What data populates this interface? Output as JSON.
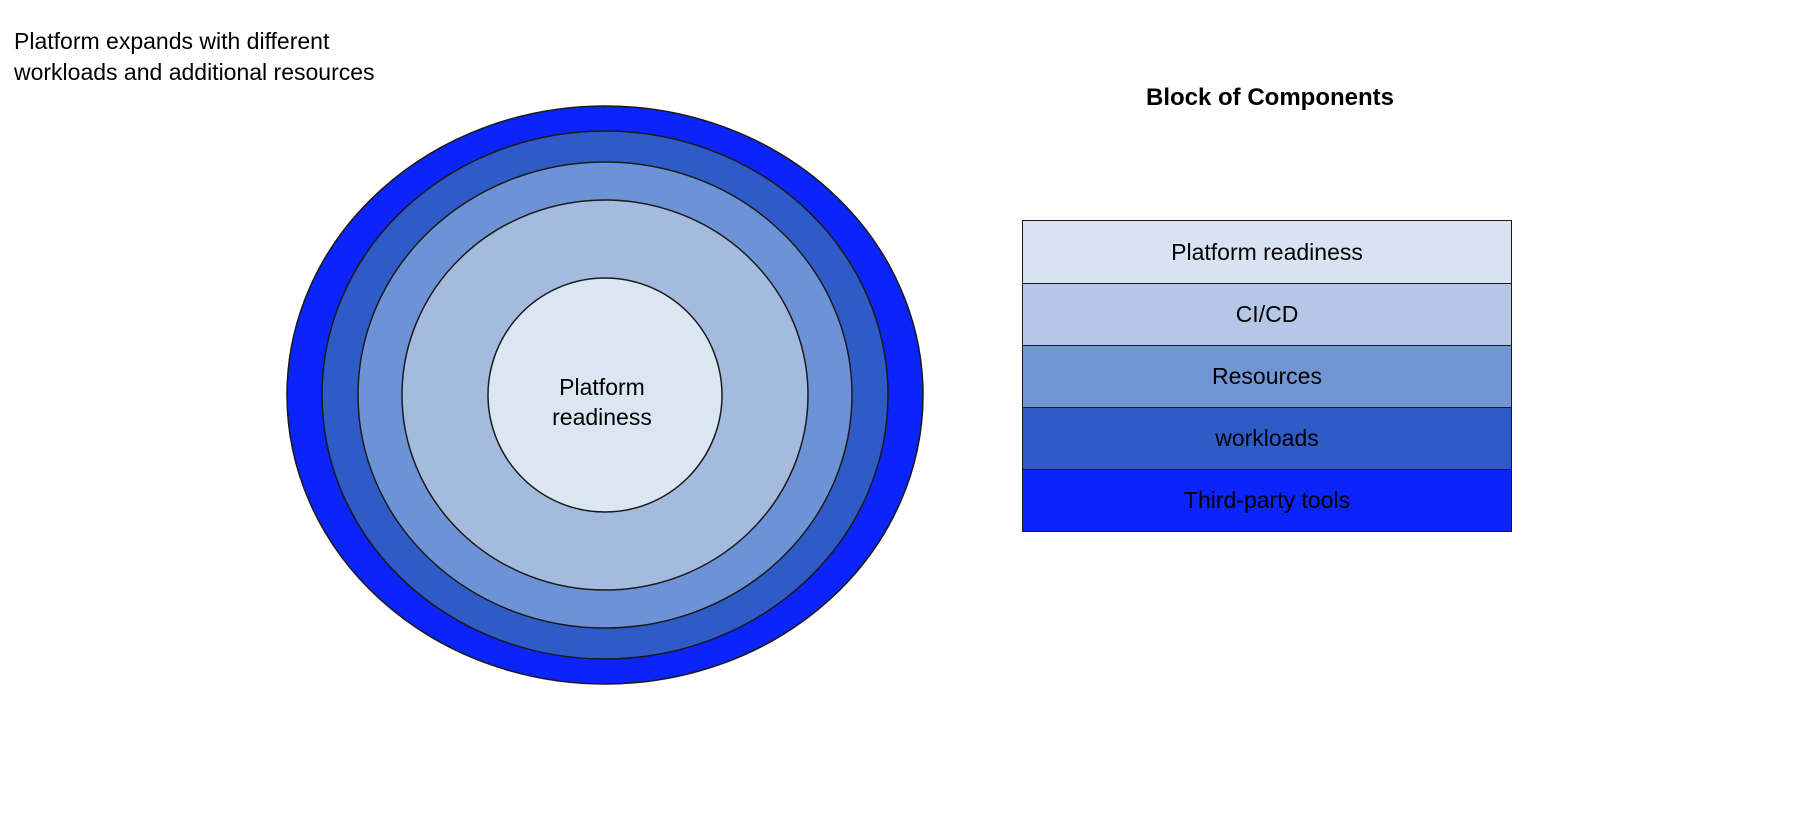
{
  "caption": {
    "text": "Platform expands with different\nworkloads and additional resources"
  },
  "onion": {
    "stroke_color": "#1a1a1a",
    "center_label": "Platform\nreadiness",
    "rings": [
      {
        "name": "third-party-tools",
        "fill": "#0b24fb"
      },
      {
        "name": "workloads",
        "fill": "#2e5bc6"
      },
      {
        "name": "resources",
        "fill": "#6d93d6"
      },
      {
        "name": "ci-cd",
        "fill": "#a4bbdd"
      },
      {
        "name": "platform-readiness",
        "fill": "#dbe6f3"
      }
    ]
  },
  "block": {
    "title": "Block of Components",
    "rows": [
      {
        "label": "Platform readiness",
        "fill": "#d9e2f3"
      },
      {
        "label": "CI/CD",
        "fill": "#b4c7e7"
      },
      {
        "label": "Resources",
        "fill": "#7295d5"
      },
      {
        "label": "workloads",
        "fill": "#2e5bc6"
      },
      {
        "label": "Third-party tools",
        "fill": "#0b24fb"
      }
    ]
  }
}
